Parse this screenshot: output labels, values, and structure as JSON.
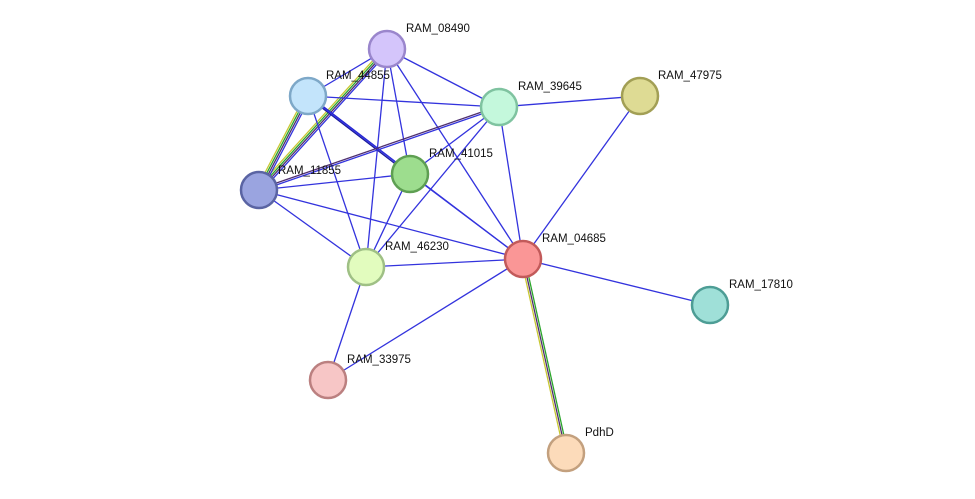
{
  "nodes": [
    {
      "id": "RAM_08490",
      "label": "RAM_08490",
      "color": "#d4c5fb",
      "stroke": "#9a86cc"
    },
    {
      "id": "RAM_44855",
      "label": "RAM_44855",
      "color": "#c3e4fb",
      "stroke": "#7ea8c8"
    },
    {
      "id": "RAM_39645",
      "label": "RAM_39645",
      "color": "#c4f8dc",
      "stroke": "#7fc3a0"
    },
    {
      "id": "RAM_47975",
      "label": "RAM_47975",
      "color": "#dedb94",
      "stroke": "#a29f55"
    },
    {
      "id": "RAM_41015",
      "label": "RAM_41015",
      "color": "#9ddd8e",
      "stroke": "#5e9f52"
    },
    {
      "id": "RAM_11855",
      "label": "RAM_11855",
      "color": "#9aa4e0",
      "stroke": "#5a64a3"
    },
    {
      "id": "RAM_04685",
      "label": "RAM_04685",
      "color": "#fa9696",
      "stroke": "#c25a5a"
    },
    {
      "id": "RAM_46230",
      "label": "RAM_46230",
      "color": "#e2fcbe",
      "stroke": "#9fc085"
    },
    {
      "id": "RAM_17810",
      "label": "RAM_17810",
      "color": "#9fe0d8",
      "stroke": "#4d9d95"
    },
    {
      "id": "RAM_33975",
      "label": "RAM_33975",
      "color": "#f7c6c6",
      "stroke": "#bb8080"
    },
    {
      "id": "PdhD",
      "label": "PdhD",
      "color": "#fcdbba",
      "stroke": "#c3a07e"
    }
  ],
  "edges": [
    {
      "source": "RAM_08490",
      "target": "RAM_44855",
      "colors": [
        "#3333dd"
      ]
    },
    {
      "source": "RAM_08490",
      "target": "RAM_11855",
      "colors": [
        "#3333dd",
        "#4f2f6f",
        "#2aa52a",
        "#c8c832"
      ]
    },
    {
      "source": "RAM_08490",
      "target": "RAM_39645",
      "colors": [
        "#3333dd"
      ]
    },
    {
      "source": "RAM_08490",
      "target": "RAM_41015",
      "colors": [
        "#3333dd"
      ]
    },
    {
      "source": "RAM_08490",
      "target": "RAM_04685",
      "colors": [
        "#3333dd"
      ]
    },
    {
      "source": "RAM_08490",
      "target": "RAM_46230",
      "colors": [
        "#3333dd"
      ]
    },
    {
      "source": "RAM_44855",
      "target": "RAM_11855",
      "colors": [
        "#3333dd",
        "#4f2f6f",
        "#2aa52a",
        "#c8c832"
      ]
    },
    {
      "source": "RAM_44855",
      "target": "RAM_39645",
      "colors": [
        "#3333dd"
      ]
    },
    {
      "source": "RAM_44855",
      "target": "RAM_41015",
      "colors": [
        "#2020cc",
        "#1a1a9a"
      ]
    },
    {
      "source": "RAM_44855",
      "target": "RAM_04685",
      "colors": [
        "#3333dd"
      ]
    },
    {
      "source": "RAM_44855",
      "target": "RAM_46230",
      "colors": [
        "#3333dd"
      ]
    },
    {
      "source": "RAM_39645",
      "target": "RAM_11855",
      "colors": [
        "#3333dd",
        "#4f2f6f"
      ]
    },
    {
      "source": "RAM_39645",
      "target": "RAM_41015",
      "colors": [
        "#3333dd"
      ]
    },
    {
      "source": "RAM_39645",
      "target": "RAM_04685",
      "colors": [
        "#3333dd"
      ]
    },
    {
      "source": "RAM_39645",
      "target": "RAM_46230",
      "colors": [
        "#3333dd"
      ]
    },
    {
      "source": "RAM_39645",
      "target": "RAM_47975",
      "colors": [
        "#3333dd"
      ]
    },
    {
      "source": "RAM_47975",
      "target": "RAM_04685",
      "colors": [
        "#3333dd"
      ]
    },
    {
      "source": "RAM_41015",
      "target": "RAM_11855",
      "colors": [
        "#3333dd"
      ]
    },
    {
      "source": "RAM_41015",
      "target": "RAM_04685",
      "colors": [
        "#3333dd"
      ]
    },
    {
      "source": "RAM_41015",
      "target": "RAM_46230",
      "colors": [
        "#3333dd"
      ]
    },
    {
      "source": "RAM_11855",
      "target": "RAM_46230",
      "colors": [
        "#3333dd"
      ]
    },
    {
      "source": "RAM_11855",
      "target": "RAM_04685",
      "colors": [
        "#3333dd"
      ]
    },
    {
      "source": "RAM_46230",
      "target": "RAM_04685",
      "colors": [
        "#3333dd"
      ]
    },
    {
      "source": "RAM_46230",
      "target": "RAM_33975",
      "colors": [
        "#3333dd"
      ]
    },
    {
      "source": "RAM_33975",
      "target": "RAM_04685",
      "colors": [
        "#3333dd"
      ]
    },
    {
      "source": "RAM_04685",
      "target": "RAM_17810",
      "colors": [
        "#3333dd"
      ]
    },
    {
      "source": "RAM_04685",
      "target": "PdhD",
      "colors": [
        "#2aa52a",
        "#4f2f6f",
        "#c8c832"
      ]
    }
  ]
}
